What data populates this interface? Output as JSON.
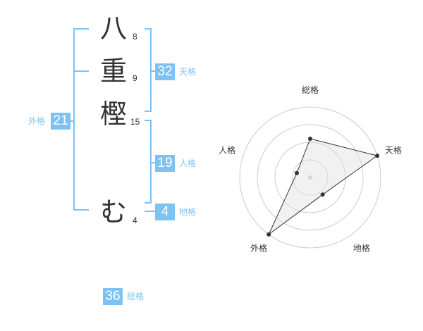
{
  "name": {
    "chars": [
      {
        "char": "八",
        "strokes": "8"
      },
      {
        "char": "重",
        "strokes": "9"
      },
      {
        "char": "樫",
        "strokes": "15"
      },
      {
        "char": "む",
        "strokes": "4"
      }
    ]
  },
  "kakusu": {
    "tenkaku": {
      "value": "32",
      "label": "天格"
    },
    "jinkaku": {
      "value": "19",
      "label": "人格"
    },
    "chikaku": {
      "value": "4",
      "label": "地格"
    },
    "gaikaku": {
      "value": "21",
      "label": "外格"
    },
    "soukaku": {
      "value": "36",
      "label": "総格"
    }
  },
  "colors": {
    "accent": "#7cc3f5",
    "text": "#333333",
    "ring": "#cccccc",
    "fill": "#eeeeee"
  },
  "chart_data": {
    "type": "radar",
    "axes": [
      "総格",
      "天格",
      "地格",
      "外格",
      "人格"
    ],
    "values": [
      0.55,
      1.0,
      0.3,
      1.0,
      0.2
    ],
    "max": 1,
    "rings": 4
  }
}
